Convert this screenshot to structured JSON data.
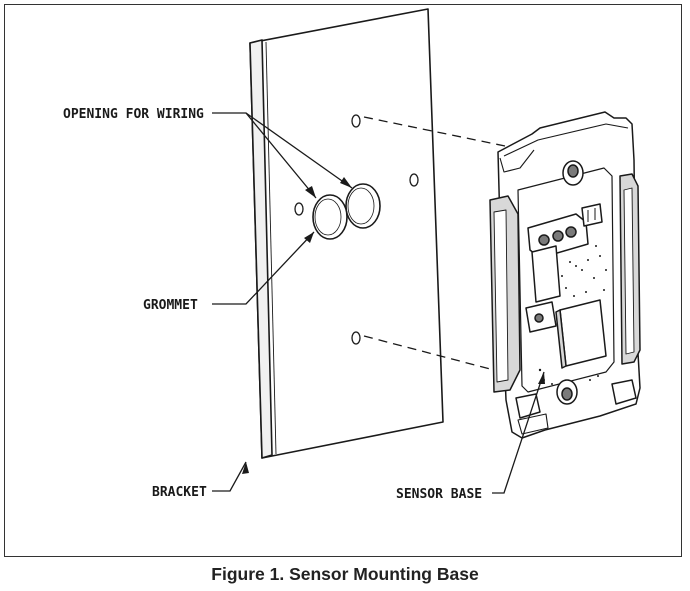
{
  "labels": {
    "opening_for_wiring": "OPENING FOR WIRING",
    "grommet": "GROMMET",
    "bracket": "BRACKET",
    "sensor_base": "SENSOR BASE"
  },
  "caption": "Figure 1. Sensor Mounting Base",
  "colors": {
    "line": "#1a1a1a",
    "shade": "#d8d8d8",
    "dark_shade": "#7a7a7a",
    "frame": "#333333"
  }
}
